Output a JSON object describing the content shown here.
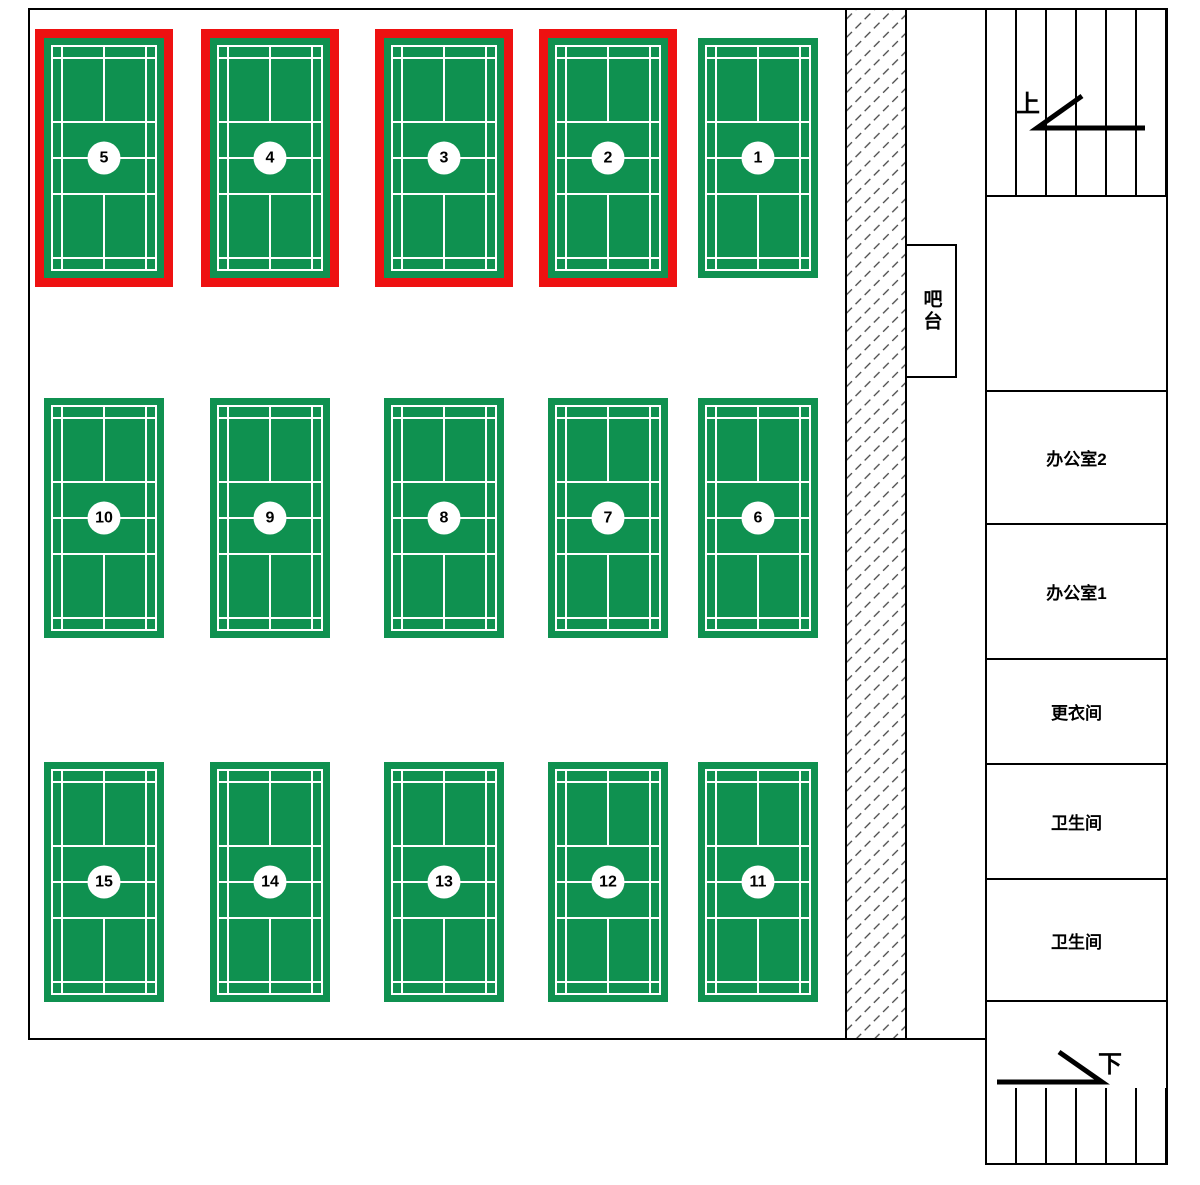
{
  "colors": {
    "court_green": "#0f9150",
    "highlight_red": "#ee1111",
    "court_line": "#ffffff",
    "wall": "#000000"
  },
  "courts": [
    {
      "number": "5",
      "highlighted": true
    },
    {
      "number": "4",
      "highlighted": true
    },
    {
      "number": "3",
      "highlighted": true
    },
    {
      "number": "2",
      "highlighted": true
    },
    {
      "number": "1",
      "highlighted": false
    },
    {
      "number": "10",
      "highlighted": false
    },
    {
      "number": "9",
      "highlighted": false
    },
    {
      "number": "8",
      "highlighted": false
    },
    {
      "number": "7",
      "highlighted": false
    },
    {
      "number": "6",
      "highlighted": false
    },
    {
      "number": "15",
      "highlighted": false
    },
    {
      "number": "14",
      "highlighted": false
    },
    {
      "number": "13",
      "highlighted": false
    },
    {
      "number": "12",
      "highlighted": false
    },
    {
      "number": "11",
      "highlighted": false
    }
  ],
  "bar_label": "吧台",
  "stairs": {
    "up_label": "上",
    "down_label": "下"
  },
  "rooms": [
    {
      "label": "办公室2"
    },
    {
      "label": "办公室1"
    },
    {
      "label": "更衣间"
    },
    {
      "label": "卫生间"
    },
    {
      "label": "卫生间"
    }
  ]
}
